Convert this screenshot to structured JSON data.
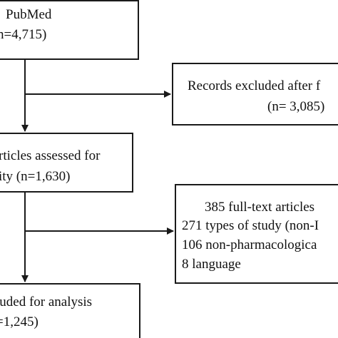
{
  "boxes": {
    "pubmed": {
      "line1": "PubMed",
      "line2": "n=4,715)"
    },
    "excluded_title": {
      "line1": "Records excluded after f",
      "line2": "(n= 3,085)"
    },
    "assessed": {
      "line1": "rticles assessed for",
      "line2": "ity  (n=1,630)"
    },
    "excluded_fulltext": {
      "line1": "385 full-text articles",
      "line2": "271 types of study (non-I",
      "line3": "106 non-pharmacologica",
      "line4": "8 language"
    },
    "included": {
      "line1": "luded for analysis",
      "line2": "=1,245)"
    }
  },
  "colors": {
    "stroke": "#1a1a1a",
    "text": "#111111",
    "background": "#ffffff"
  }
}
